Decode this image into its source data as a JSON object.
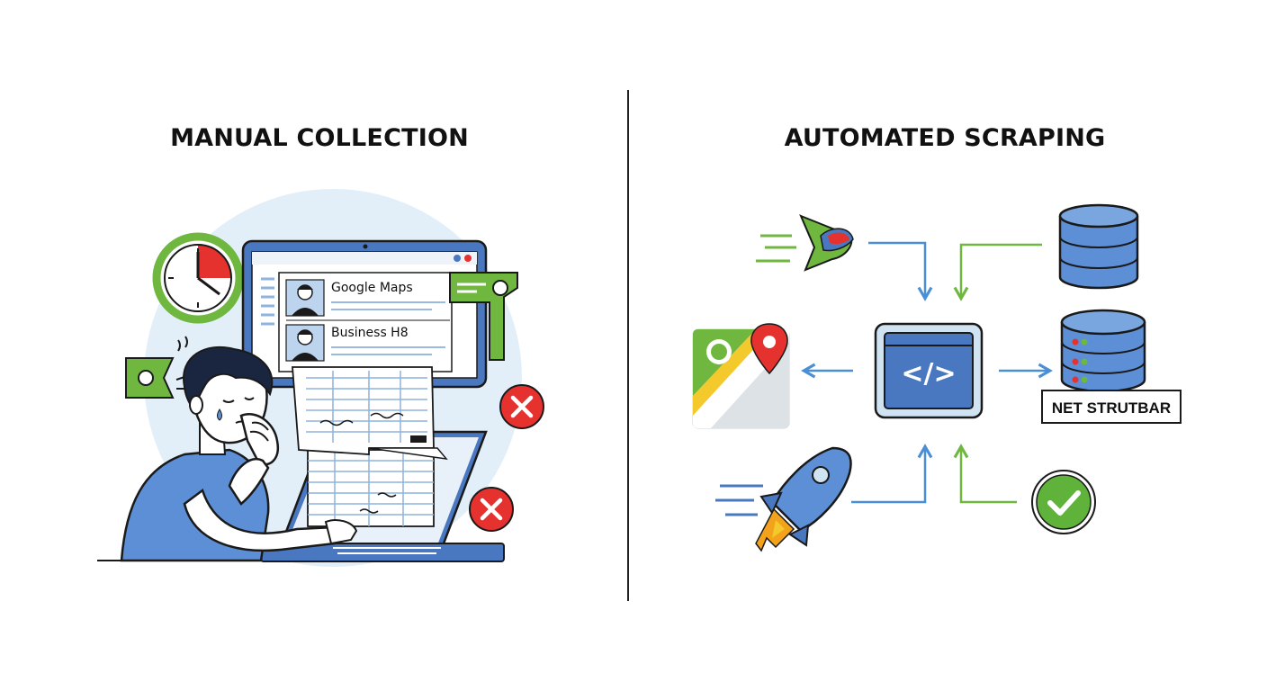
{
  "left_panel": {
    "heading": "MANUAL COLLECTION",
    "browser_rows": [
      {
        "label": "Google Maps"
      },
      {
        "label": "Business H8"
      }
    ]
  },
  "right_panel": {
    "heading": "AUTOMATED SCRAPING",
    "database_label": "NET STRUTBAR",
    "code_symbol": "</>"
  },
  "colors": {
    "outline": "#1a1a1a",
    "blue": "#4a78c0",
    "light_blue": "#cfe3f3",
    "green": "#6fb73f",
    "red": "#e5322f",
    "yellow": "#f3c92b",
    "skin": "#ffffff"
  },
  "icons": [
    "clock-icon",
    "tag-icon",
    "close-icon",
    "rocket-icon",
    "code-icon",
    "database-icon",
    "map-pin-icon",
    "check-icon",
    "server-icon"
  ]
}
